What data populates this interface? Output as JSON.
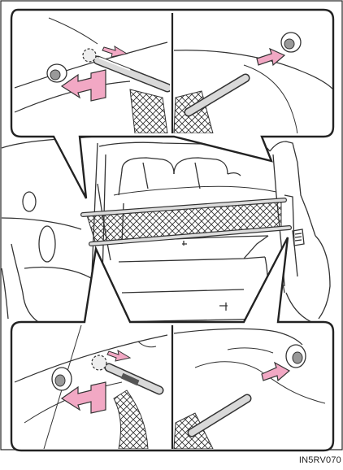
{
  "figure": {
    "code": "IN5RV070",
    "panels": [
      "top-left-detail",
      "top-right-detail",
      "bottom-left-detail",
      "bottom-right-detail"
    ],
    "colors": {
      "arrow_fill": "#f2a8c4",
      "arrow_stroke": "#333333",
      "line": "#333333",
      "background": "#ffffff"
    }
  }
}
